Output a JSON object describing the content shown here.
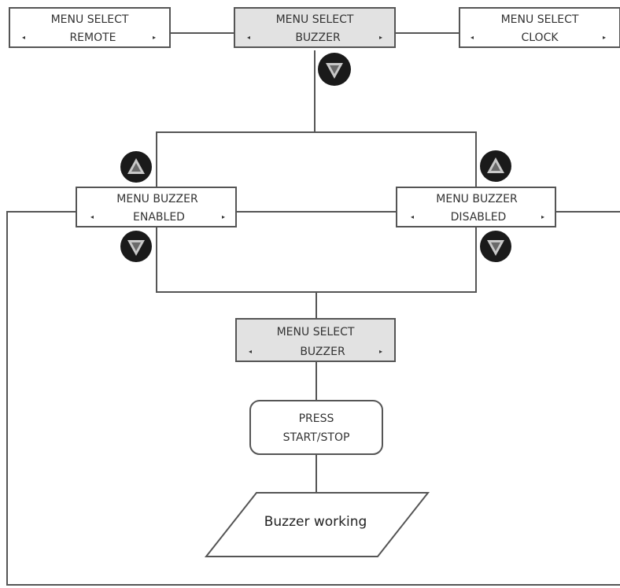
{
  "colors": {
    "screen_plain": "#ffffff",
    "screen_highlight": "#e2e2e2",
    "border": "#555555",
    "button_fill": "#1a1a1a"
  },
  "screens": {
    "select_remote": {
      "line1": "MENU SELECT",
      "line2": "REMOTE",
      "left": "◂",
      "right": "▸"
    },
    "select_buzzer": {
      "line1": "MENU SELECT",
      "line2": "BUZZER",
      "left": "◂",
      "right": "▸"
    },
    "select_clock": {
      "line1": "MENU SELECT",
      "line2": "CLOCK",
      "left": "◂",
      "right": "▸"
    },
    "buzzer_enabled": {
      "line1": "MENU BUZZER",
      "line2": "ENABLED",
      "left": "◂",
      "right": "▸"
    },
    "buzzer_disabled": {
      "line1": "MENU BUZZER",
      "line2": "DISABLED",
      "left": "◂",
      "right": "▸"
    },
    "select_buzzer_2": {
      "line1": "MENU SELECT",
      "line2": "BUZZER",
      "left": "◂",
      "right": "▸"
    }
  },
  "press_box": {
    "line1": "PRESS",
    "line2": "START/STOP"
  },
  "output_box": {
    "label": "Buzzer working"
  },
  "buttons": {
    "down_main": "down-arrow-icon",
    "up_left": "up-arrow-icon",
    "down_left": "down-arrow-icon",
    "up_right": "up-arrow-icon",
    "down_right": "down-arrow-icon"
  }
}
